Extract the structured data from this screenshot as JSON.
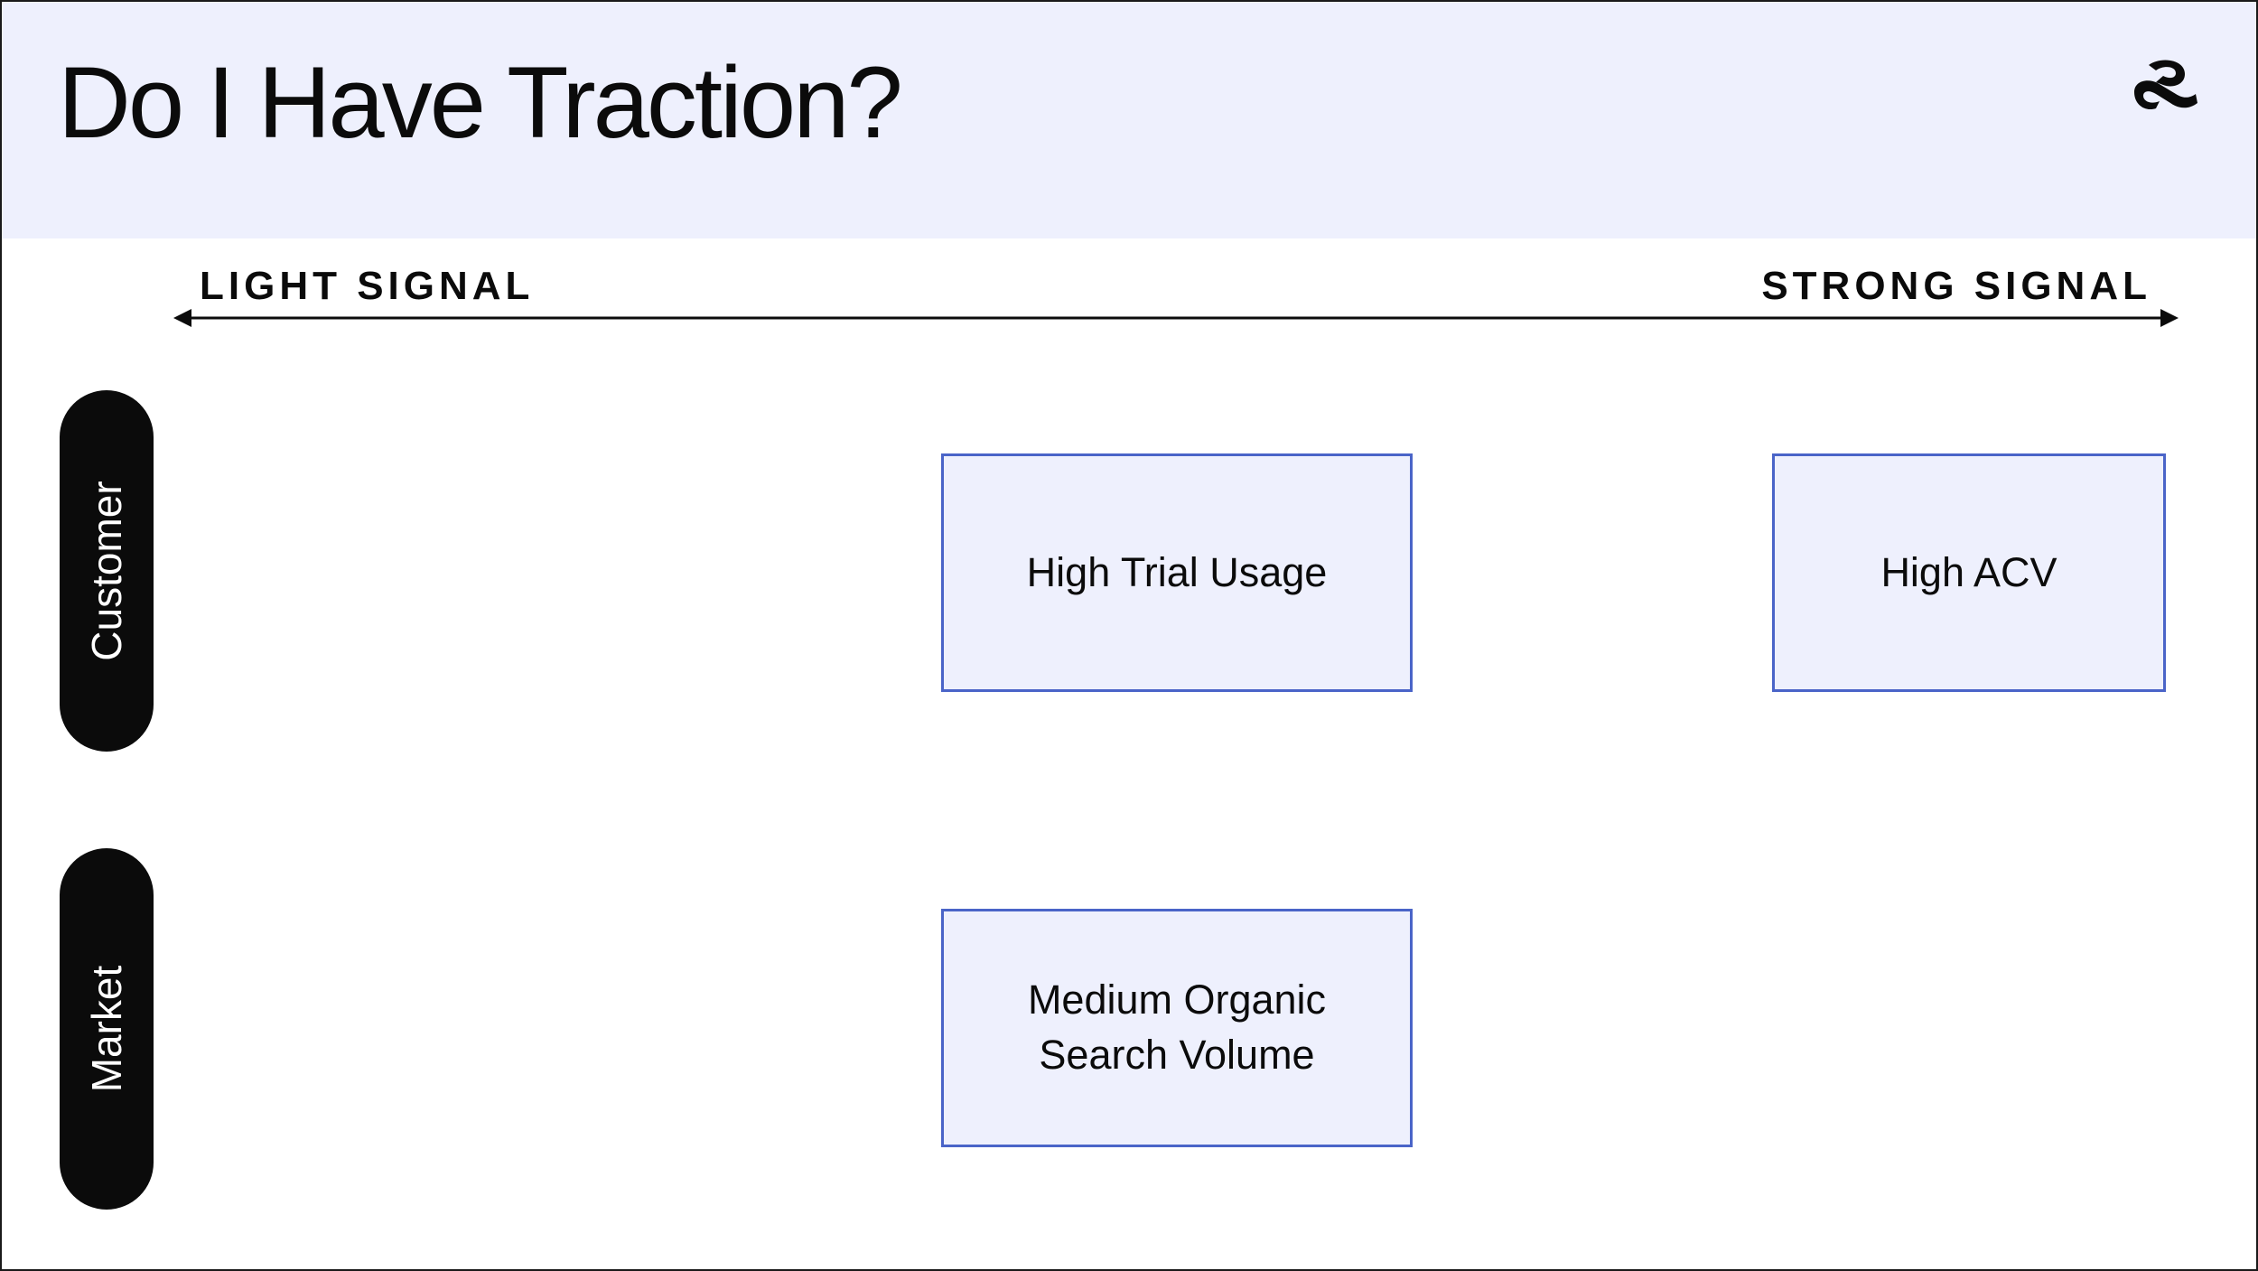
{
  "header": {
    "title": "Do I Have Traction?",
    "logo_icon": "brand-logo-icon",
    "background": "#eef0fd"
  },
  "axis": {
    "left_label": "LIGHT SIGNAL",
    "right_label": "STRONG SIGNAL"
  },
  "rows": [
    {
      "label": "Customer"
    },
    {
      "label": "Market"
    }
  ],
  "boxes": [
    {
      "row": "Customer",
      "label": "High Trial Usage"
    },
    {
      "row": "Customer",
      "label": "High ACV"
    },
    {
      "row": "Market",
      "label": "Medium Organic\nSearch Volume"
    }
  ],
  "colors": {
    "box_border": "#4a64c8",
    "box_fill": "#eef0fd",
    "pill": "#0b0b0b",
    "text": "#0b0b0b"
  }
}
